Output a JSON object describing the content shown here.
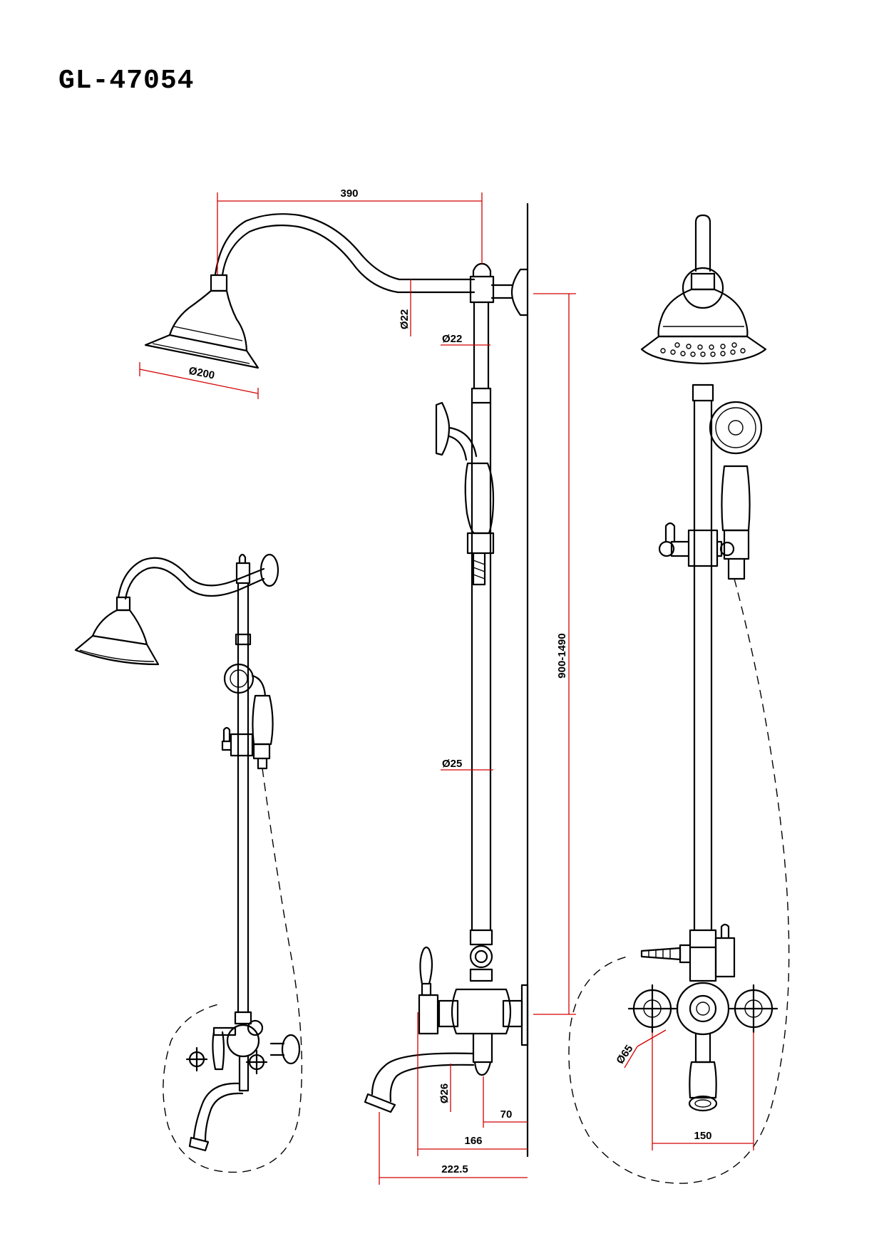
{
  "model_code": "GL-47054",
  "dimensions": {
    "arm_reach": "390",
    "arm_diameter": "Ø22",
    "upper_pipe_diameter": "Ø22",
    "head_diameter": "Ø200",
    "height_range": "900-1490",
    "lower_pipe_diameter": "Ø25",
    "spout_diameter": "Ø26",
    "wall_offset": "70",
    "spout_reach": "166",
    "total_depth": "222.5",
    "handle_diameter": "Ø65",
    "center_distance": "150"
  },
  "colors": {
    "dimension_line": "#d40000",
    "outline": "#000000"
  }
}
